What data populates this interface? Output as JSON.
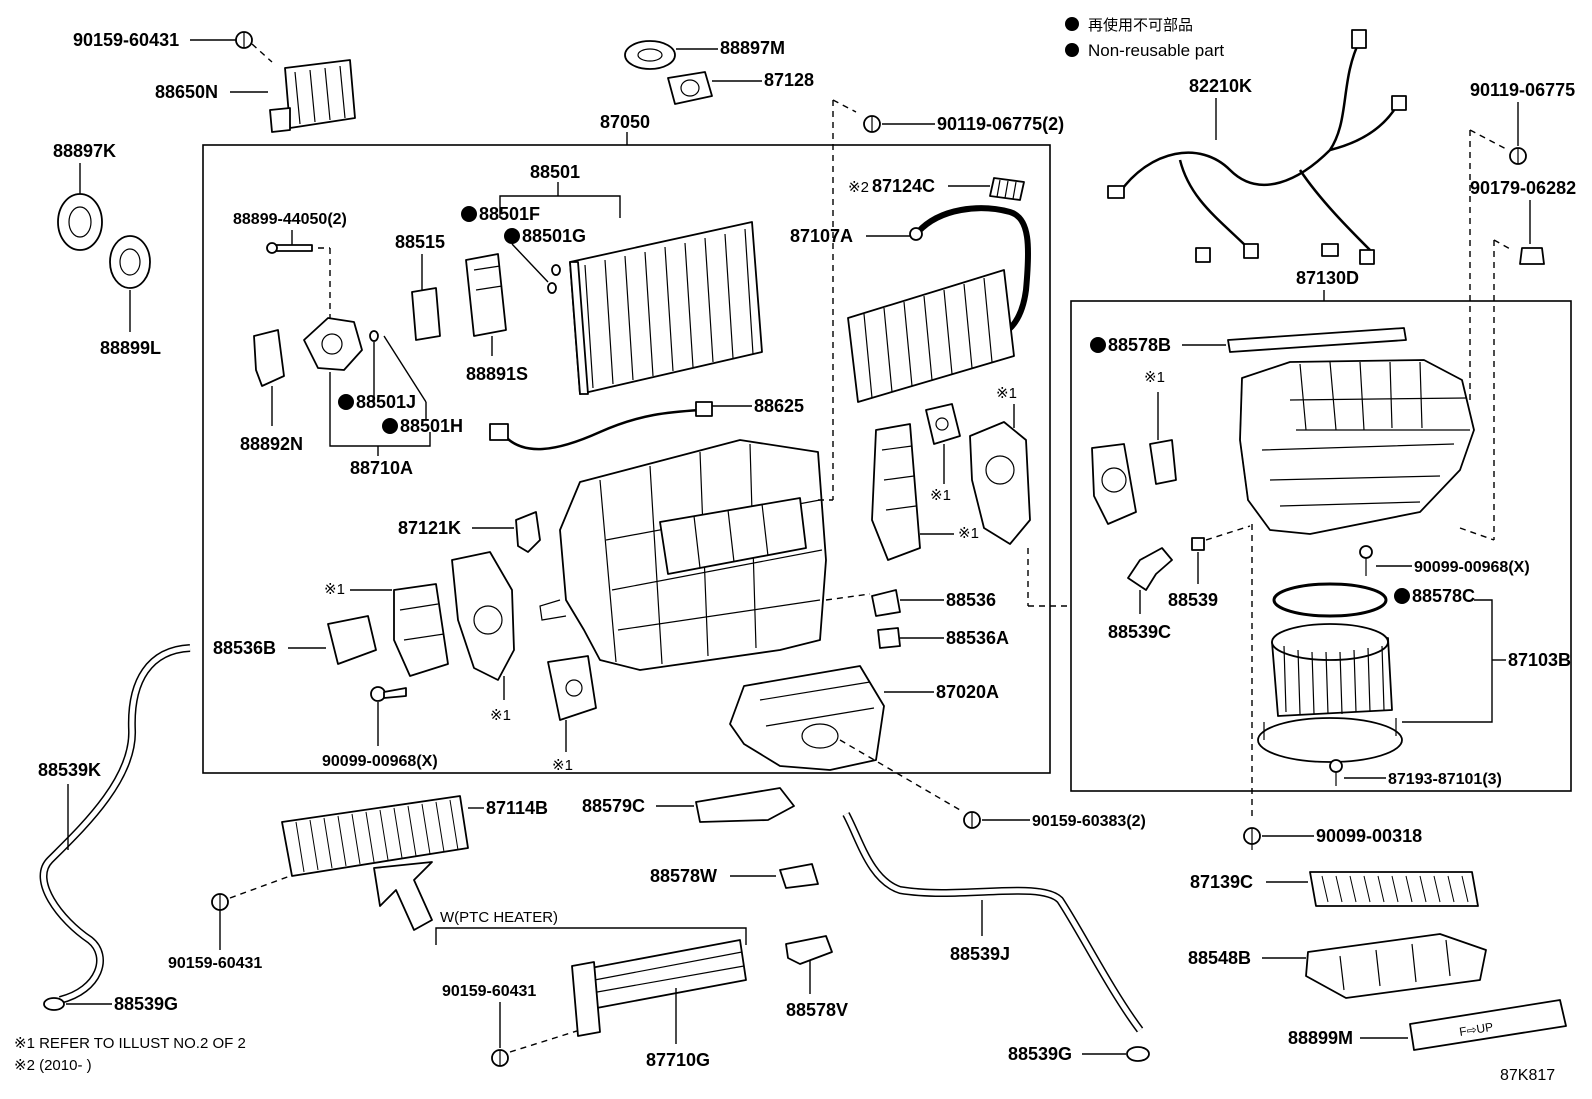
{
  "legend": {
    "jp": "再使用不可部品",
    "en": "Non-reusable part"
  },
  "parts": {
    "p90159_60431_top": "90159-60431",
    "p88650N": "88650N",
    "p88897M": "88897M",
    "p87128": "87128",
    "p87050": "87050",
    "p90119_06775_2": "90119-06775(2)",
    "p82210K": "82210K",
    "p90119_06775": "90119-06775",
    "p90179_06282": "90179-06282",
    "p88897K": "88897K",
    "p88899L": "88899L",
    "p88501": "88501",
    "p88501F": "88501F",
    "p88501G": "88501G",
    "p88899_44050": "88899-44050(2)",
    "p88515": "88515",
    "p88891S": "88891S",
    "p87124C": "87124C",
    "p87107A": "87107A",
    "p87130D": "87130D",
    "p88578B": "88578B",
    "p88501J": "88501J",
    "p88501H": "88501H",
    "p88892N": "88892N",
    "p88710A": "88710A",
    "p88625": "88625",
    "p87121K": "87121K",
    "p88536": "88536",
    "p88536A": "88536A",
    "p88536B": "88536B",
    "p87020A": "87020A",
    "p90099_00968_left": "90099-00968(X)",
    "p90099_00968_right": "90099-00968(X)",
    "p88539": "88539",
    "p88539C": "88539C",
    "p88578C": "88578C",
    "p87103B": "87103B",
    "p87193_87101": "87193-87101(3)",
    "p88539K": "88539K",
    "p87114B": "87114B",
    "p88579C": "88579C",
    "p90159_60383": "90159-60383(2)",
    "p90099_00318": "90099-00318",
    "p88578W": "88578W",
    "p87139C": "87139C",
    "p90159_60431_mid": "90159-60431",
    "p88539J": "88539J",
    "p88548B": "88548B",
    "p90159_60431_low": "90159-60431",
    "p88578V": "88578V",
    "p88539G_left": "88539G",
    "p88539G_right": "88539G",
    "p88899M": "88899M",
    "p87710G": "87710G"
  },
  "refs": {
    "r1": "※1",
    "r2": "※2"
  },
  "group_label_ptc": "W(PTC HEATER)",
  "footnotes": {
    "note1": "※1 REFER TO ILLUST NO.2 OF 2",
    "note2": "※2 (2010-       )"
  },
  "filter_print": "F⇨UP",
  "illustration_code": "87K817"
}
